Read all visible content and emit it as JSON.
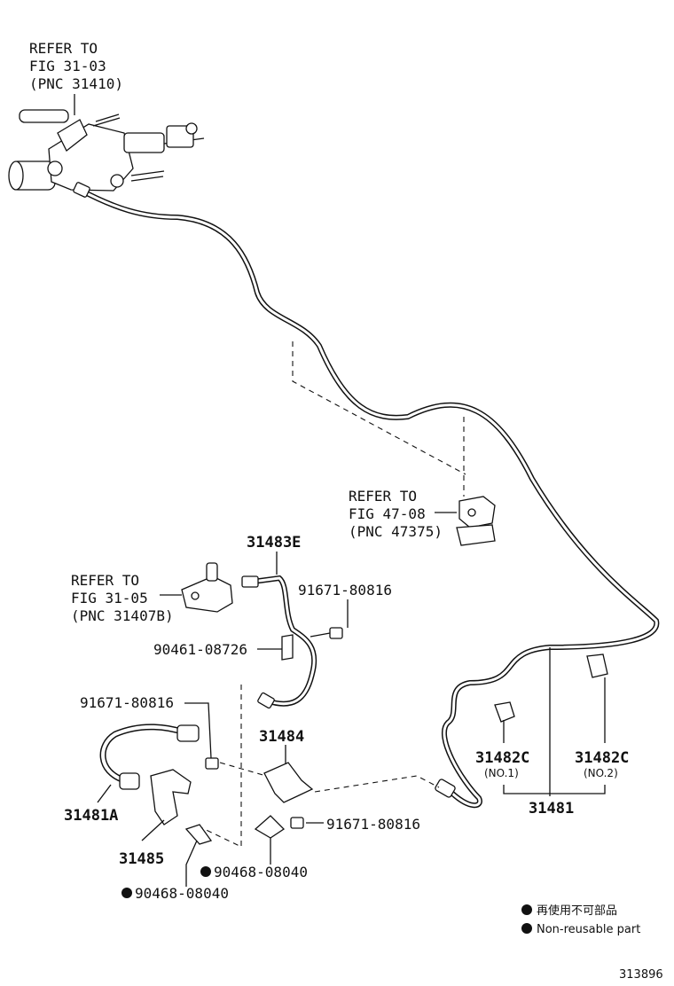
{
  "refs": {
    "master_cyl": [
      "REFER TO",
      "FIG 31-03",
      "(PNC 31410)"
    ],
    "clamp": [
      "REFER TO",
      "FIG 47-08",
      "(PNC 47375)"
    ],
    "release_cyl": [
      "REFER TO",
      "FIG 31-05",
      "(PNC 31407B)"
    ]
  },
  "parts": {
    "p31483E": "31483E",
    "p91671_top": "91671-80816",
    "p90461": "90461-08726",
    "p91671_left": "91671-80816",
    "p31484": "31484",
    "p31481A": "31481A",
    "p31485": "31485",
    "p91671_mid": "91671-80816",
    "p90468_a": "90468-08040",
    "p90468_b": "90468-08040",
    "p31482C_1": "31482C",
    "p31482C_1_sub": "(NO.1)",
    "p31482C_2": "31482C",
    "p31482C_2_sub": "(NO.2)",
    "p31481": "31481"
  },
  "legend": {
    "line1": "再使用不可部品",
    "line2": "Non-reusable part"
  },
  "figure_id": "313896"
}
